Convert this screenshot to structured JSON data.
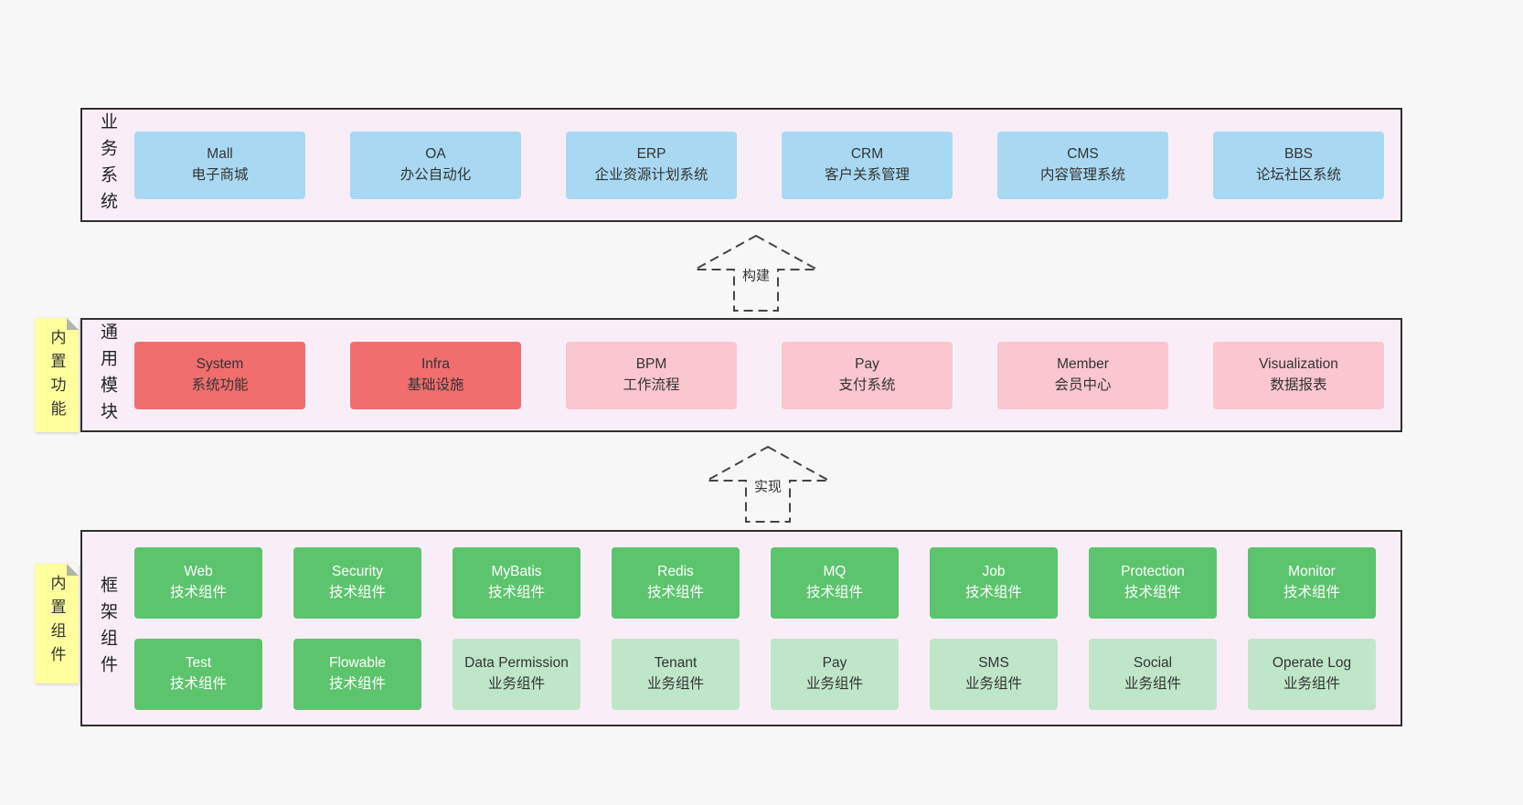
{
  "colors": {
    "background": "#f7f7f7",
    "panel_bg": "#f9eef7",
    "panel_border": "#2f2f2f",
    "blue_box": "#a9d9f2",
    "red_box": "#f06e6e",
    "pink_box": "#fac6d0",
    "green_box": "#5cc46d",
    "lightgreen_box": "#bfe6c8",
    "yellow_note": "#ffff9e",
    "text_dark": "#333333",
    "text_on_green": "#ffffff",
    "arrow_stroke": "#444444"
  },
  "arrows": [
    {
      "label": "构建"
    },
    {
      "label": "实现"
    }
  ],
  "notes": [
    {
      "label": "内置功能"
    },
    {
      "label": "内置组件"
    }
  ],
  "sections": [
    {
      "label": "业务系统",
      "rows": [
        [
          {
            "title": "Mall",
            "subtitle": "电子商城",
            "variant": "blue"
          },
          {
            "title": "OA",
            "subtitle": "办公自动化",
            "variant": "blue"
          },
          {
            "title": "ERP",
            "subtitle": "企业资源计划系统",
            "variant": "blue"
          },
          {
            "title": "CRM",
            "subtitle": "客户关系管理",
            "variant": "blue"
          },
          {
            "title": "CMS",
            "subtitle": "内容管理系统",
            "variant": "blue"
          },
          {
            "title": "BBS",
            "subtitle": "论坛社区系统",
            "variant": "blue"
          }
        ]
      ]
    },
    {
      "label": "通用模块",
      "rows": [
        [
          {
            "title": "System",
            "subtitle": "系统功能",
            "variant": "red"
          },
          {
            "title": "Infra",
            "subtitle": "基础设施",
            "variant": "red"
          },
          {
            "title": "BPM",
            "subtitle": "工作流程",
            "variant": "pink"
          },
          {
            "title": "Pay",
            "subtitle": "支付系统",
            "variant": "pink"
          },
          {
            "title": "Member",
            "subtitle": "会员中心",
            "variant": "pink"
          },
          {
            "title": "Visualization",
            "subtitle": "数据报表",
            "variant": "pink"
          }
        ]
      ]
    },
    {
      "label": "框架组件",
      "rows": [
        [
          {
            "title": "Web",
            "subtitle": "技术组件",
            "variant": "green"
          },
          {
            "title": "Security",
            "subtitle": "技术组件",
            "variant": "green"
          },
          {
            "title": "MyBatis",
            "subtitle": "技术组件",
            "variant": "green"
          },
          {
            "title": "Redis",
            "subtitle": "技术组件",
            "variant": "green"
          },
          {
            "title": "MQ",
            "subtitle": "技术组件",
            "variant": "green"
          },
          {
            "title": "Job",
            "subtitle": "技术组件",
            "variant": "green"
          },
          {
            "title": "Protection",
            "subtitle": "技术组件",
            "variant": "green"
          },
          {
            "title": "Monitor",
            "subtitle": "技术组件",
            "variant": "green"
          }
        ],
        [
          {
            "title": "Test",
            "subtitle": "技术组件",
            "variant": "green"
          },
          {
            "title": "Flowable",
            "subtitle": "技术组件",
            "variant": "green"
          },
          {
            "title": "Data Permission",
            "subtitle": "业务组件",
            "variant": "lightgreen"
          },
          {
            "title": "Tenant",
            "subtitle": "业务组件",
            "variant": "lightgreen"
          },
          {
            "title": "Pay",
            "subtitle": "业务组件",
            "variant": "lightgreen"
          },
          {
            "title": "SMS",
            "subtitle": "业务组件",
            "variant": "lightgreen"
          },
          {
            "title": "Social",
            "subtitle": "业务组件",
            "variant": "lightgreen"
          },
          {
            "title": "Operate Log",
            "subtitle": "业务组件",
            "variant": "lightgreen"
          }
        ]
      ]
    }
  ]
}
